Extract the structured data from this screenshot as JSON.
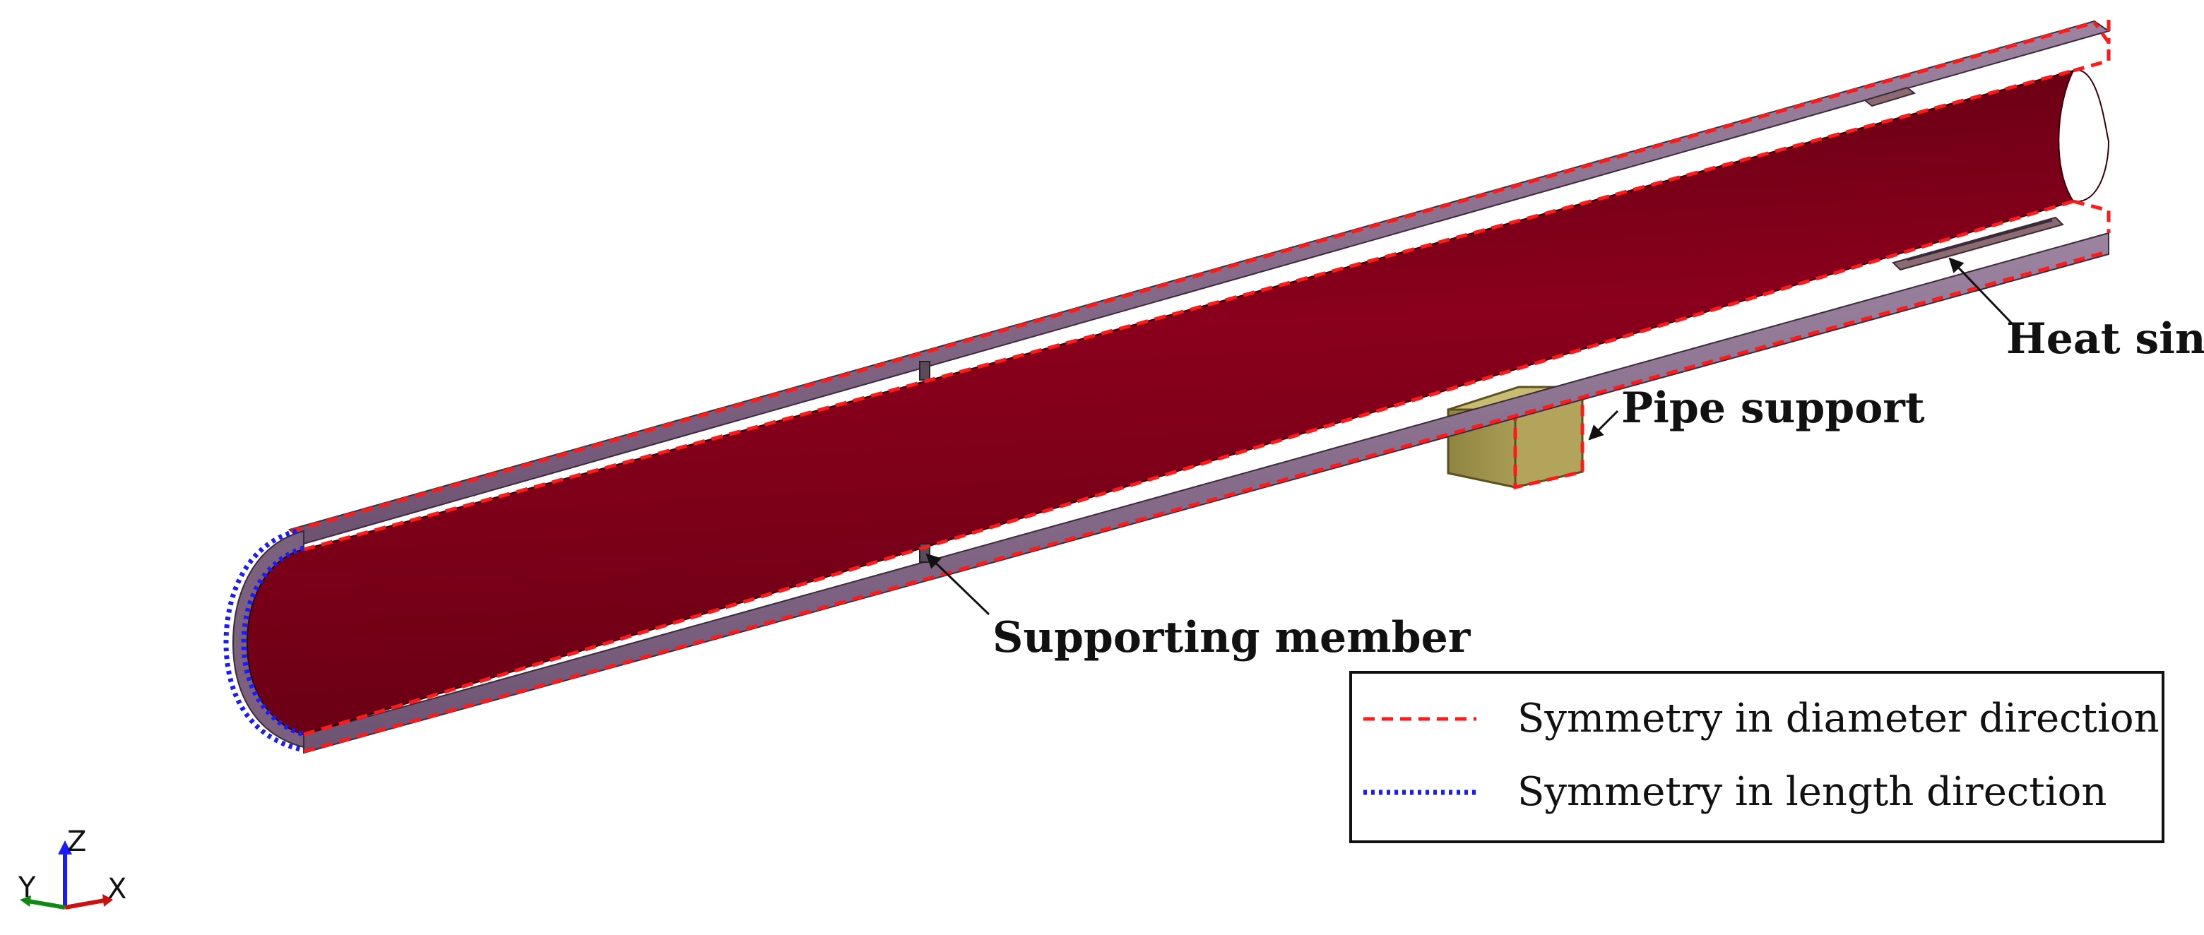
{
  "callouts": {
    "heat_sink": "Heat sink",
    "pipe_support": "Pipe support",
    "supporting_member": "Supporting member"
  },
  "legend": {
    "items": [
      {
        "label": "Symmetry in diameter direction",
        "color": "#ff1a1a",
        "style": "dashed"
      },
      {
        "label": "Symmetry in length direction",
        "color": "#1a1aff",
        "style": "dotted"
      }
    ]
  },
  "triad": {
    "z": "Z",
    "y": "Y",
    "x": "X"
  },
  "colors": {
    "pipe_interior": "#86001a",
    "pipe_shell": "#8e6d8f",
    "support_block": "#a89a4e",
    "diameter_symmetry": "#ff1a1a",
    "length_symmetry": "#1a1aff"
  }
}
